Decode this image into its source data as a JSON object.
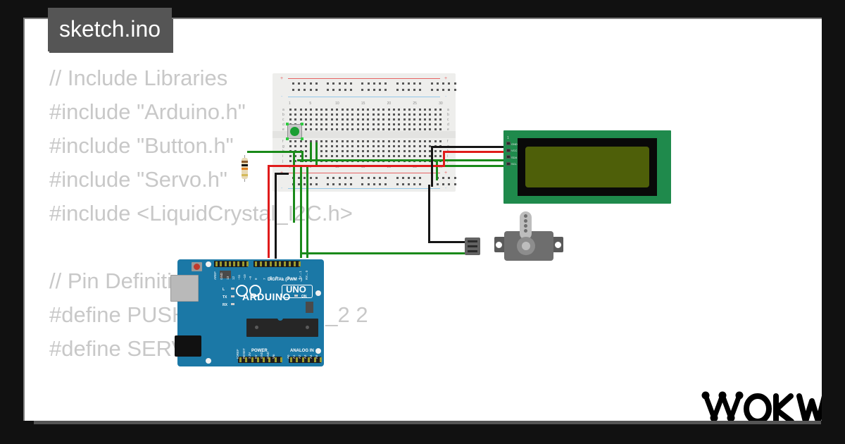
{
  "window": {
    "background_color": "#111111",
    "panel_color": "#ffffff",
    "shadow_color": "#555555"
  },
  "filename_tab": {
    "label": "sketch.ino",
    "background_color": "#555555",
    "text_color": "#ffffff"
  },
  "code": {
    "text_color": "#c8c8c8",
    "lines": [
      "// Include Libraries",
      "#include \"Arduino.h\"",
      "#include \"Button.h\"",
      "#include \"Servo.h\"",
      "#include <LiquidCrystal_I2C.h>",
      "",
      "// Pin Definitions",
      "#define PUSHBUTTON_PIN_2 2",
      "#define SERVO_PIN_SIG 3"
    ]
  },
  "logo": {
    "text": "WOKWI",
    "color": "#000000"
  },
  "diagram": {
    "breadboard": {
      "name": "breadboard-half-plus",
      "column_labels": [
        "1",
        "5",
        "10",
        "15",
        "20",
        "25",
        "30"
      ],
      "row_labels_top": [
        "a",
        "b",
        "c",
        "d",
        "e"
      ],
      "row_labels_bottom": [
        "f",
        "g",
        "h",
        "i",
        "j"
      ],
      "rail_plus": "+",
      "rail_minus": "-",
      "rail_plus_color": "#e76363",
      "rail_minus_color": "#93c7e8",
      "body_color": "#eeeeec"
    },
    "pushbutton": {
      "name": "pushbutton",
      "cap_color": "#1a9e33",
      "leg_color": "#2ecc40"
    },
    "resistor": {
      "name": "resistor-10k",
      "bands": [
        "#8a5a2b",
        "#151515",
        "#e08020",
        "#d4b95a"
      ],
      "body_color": "#e8d9b5"
    },
    "lcd": {
      "name": "lcd1602-i2c",
      "board_color": "#1f8a4c",
      "screen_color": "#4e5f09",
      "pin_number": "1",
      "pins": [
        "GND",
        "VCC",
        "SDA",
        "SCL"
      ]
    },
    "arduino": {
      "name": "arduino-uno",
      "board_color": "#1b78a6",
      "model_label": "UNO",
      "brand_label": "ARDUINO",
      "digital_label": "DIGITAL (PWM ~)",
      "power_label": "POWER",
      "analog_label": "ANALOG IN",
      "led_l": "L",
      "led_tx": "TX",
      "led_rx": "RX",
      "led_on": "ON",
      "digital_pins": [
        "AREF",
        "GND",
        "13",
        "12",
        "~11",
        "~10",
        "~9",
        "8",
        "7",
        "~6",
        "~5",
        "4",
        "~3",
        "2",
        "TX→1",
        "RX←0"
      ],
      "power_pins": [
        "IOREF",
        "RESET",
        "3.3V",
        "5V",
        "GND",
        "GND",
        "Vin"
      ],
      "analog_pins": [
        "A0",
        "A1",
        "A2",
        "A3",
        "A4",
        "A5"
      ]
    },
    "servo": {
      "name": "servo-motor",
      "body_color": "#6e6e6e",
      "horn_color": "#bdbdbd",
      "wire_colors": [
        "#2b2b2b",
        "#b03a1a",
        "#f07818"
      ]
    },
    "wires": {
      "green": "#1a8a1a",
      "red": "#e01b1b",
      "black": "#151515"
    }
  }
}
